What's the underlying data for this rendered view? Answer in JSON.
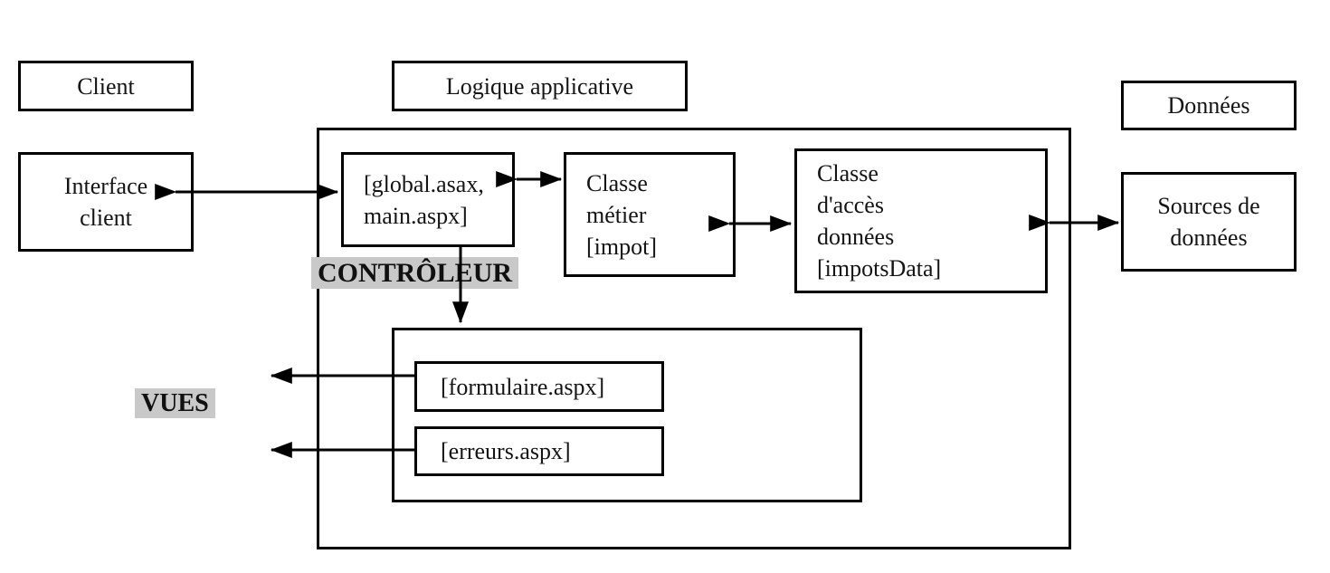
{
  "diagram": {
    "tiers": {
      "client": "Client",
      "logique_applicative": "Logique applicative",
      "donnees": "Données"
    },
    "boxes": {
      "interface_client": "Interface\nclient",
      "global_asax": "[global.asax,\nmain.aspx]",
      "classe_metier": "Classe\nmétier\n[impot]",
      "classe_acces_donnees": "Classe\nd'accès\ndonnées\n[impotsData]",
      "sources_donnees": "Sources de\ndonnées",
      "formulaire": "[formulaire.aspx]",
      "erreurs": "[erreurs.aspx]"
    },
    "labels": {
      "controleur": "CONTRÔLEUR",
      "vues": "VUES"
    },
    "colors": {
      "highlight": "#c9c9c9",
      "line": "#000000",
      "background": "#ffffff"
    }
  }
}
